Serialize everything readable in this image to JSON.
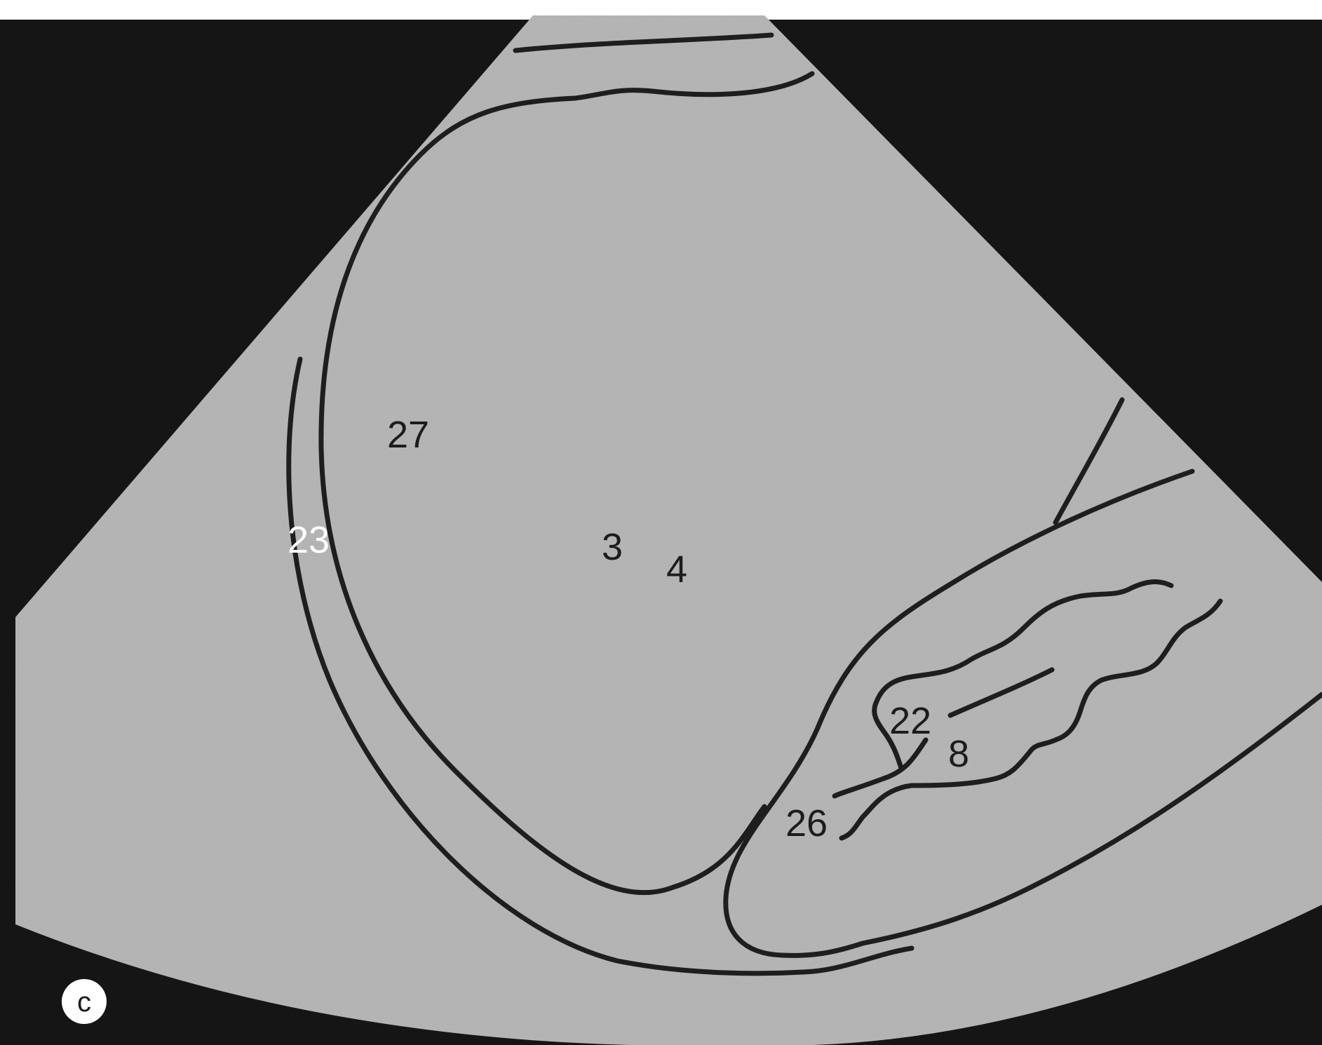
{
  "figure": {
    "panel_letter": "c",
    "colors": {
      "background": "#151515",
      "sector": "#b3b3b3",
      "contour": "#1e1e1e",
      "label": "#1c1c1c",
      "label_highlight": "#ffffff",
      "badge": "#ffffff"
    }
  },
  "labels": [
    {
      "id": "27",
      "text": "27"
    },
    {
      "id": "23",
      "text": "23"
    },
    {
      "id": "3",
      "text": "3"
    },
    {
      "id": "4",
      "text": "4"
    },
    {
      "id": "22",
      "text": "22"
    },
    {
      "id": "8",
      "text": "8"
    },
    {
      "id": "26",
      "text": "26"
    }
  ]
}
